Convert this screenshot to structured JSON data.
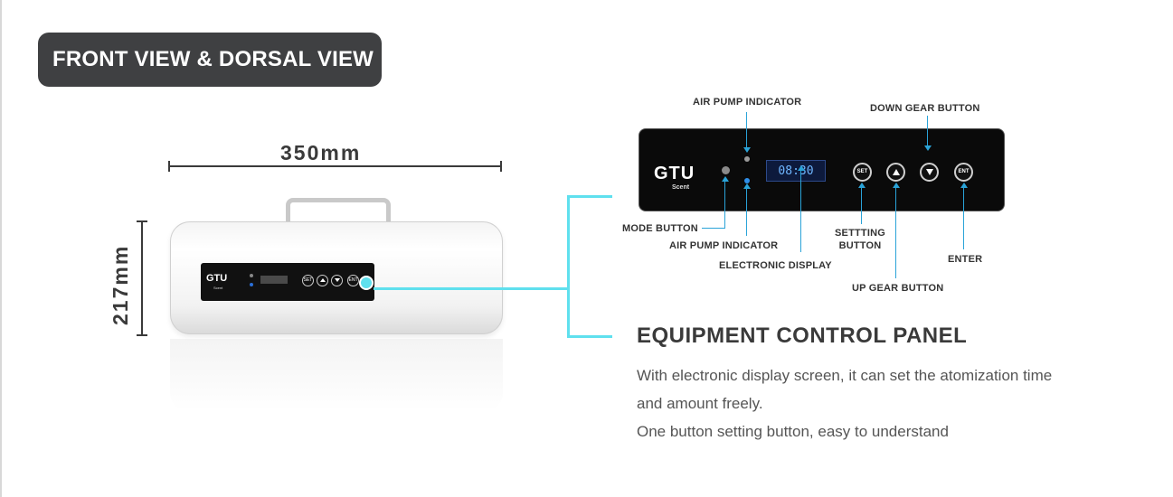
{
  "header": {
    "title": "FRONT VIEW & DORSAL VIEW"
  },
  "dimensions": {
    "width": "350mm",
    "height": "217mm"
  },
  "device": {
    "logo": "GTU",
    "logo_sub": "Scent",
    "buttons": [
      "SET",
      "ENT"
    ]
  },
  "panel": {
    "logo": "GTU",
    "logo_sub": "Scent",
    "display_value": "08:30",
    "set_label": "SET",
    "enter_label": "ENT",
    "accent_color": "#5fe0ee",
    "arrow_color": "#2aa3d8"
  },
  "callouts": {
    "air_pump_indicator_top": "AIR PUMP INDICATOR",
    "down_gear_button": "DOWN GEAR BUTTON",
    "mode_button": "MODE BUTTON",
    "air_pump_indicator_bottom": "AIR PUMP INDICATOR",
    "electronic_display": "ELECTRONIC DISPLAY",
    "setting_button_line1": "SETTTING",
    "setting_button_line2": "BUTTON",
    "enter": "ENTER",
    "up_gear_button": "UP GEAR BUTTON"
  },
  "section": {
    "title": "EQUIPMENT CONTROL PANEL",
    "lines": [
      "With electronic display screen, it can set the atomization time",
      "and amount freely.",
      "One button setting button, easy to understand"
    ]
  }
}
